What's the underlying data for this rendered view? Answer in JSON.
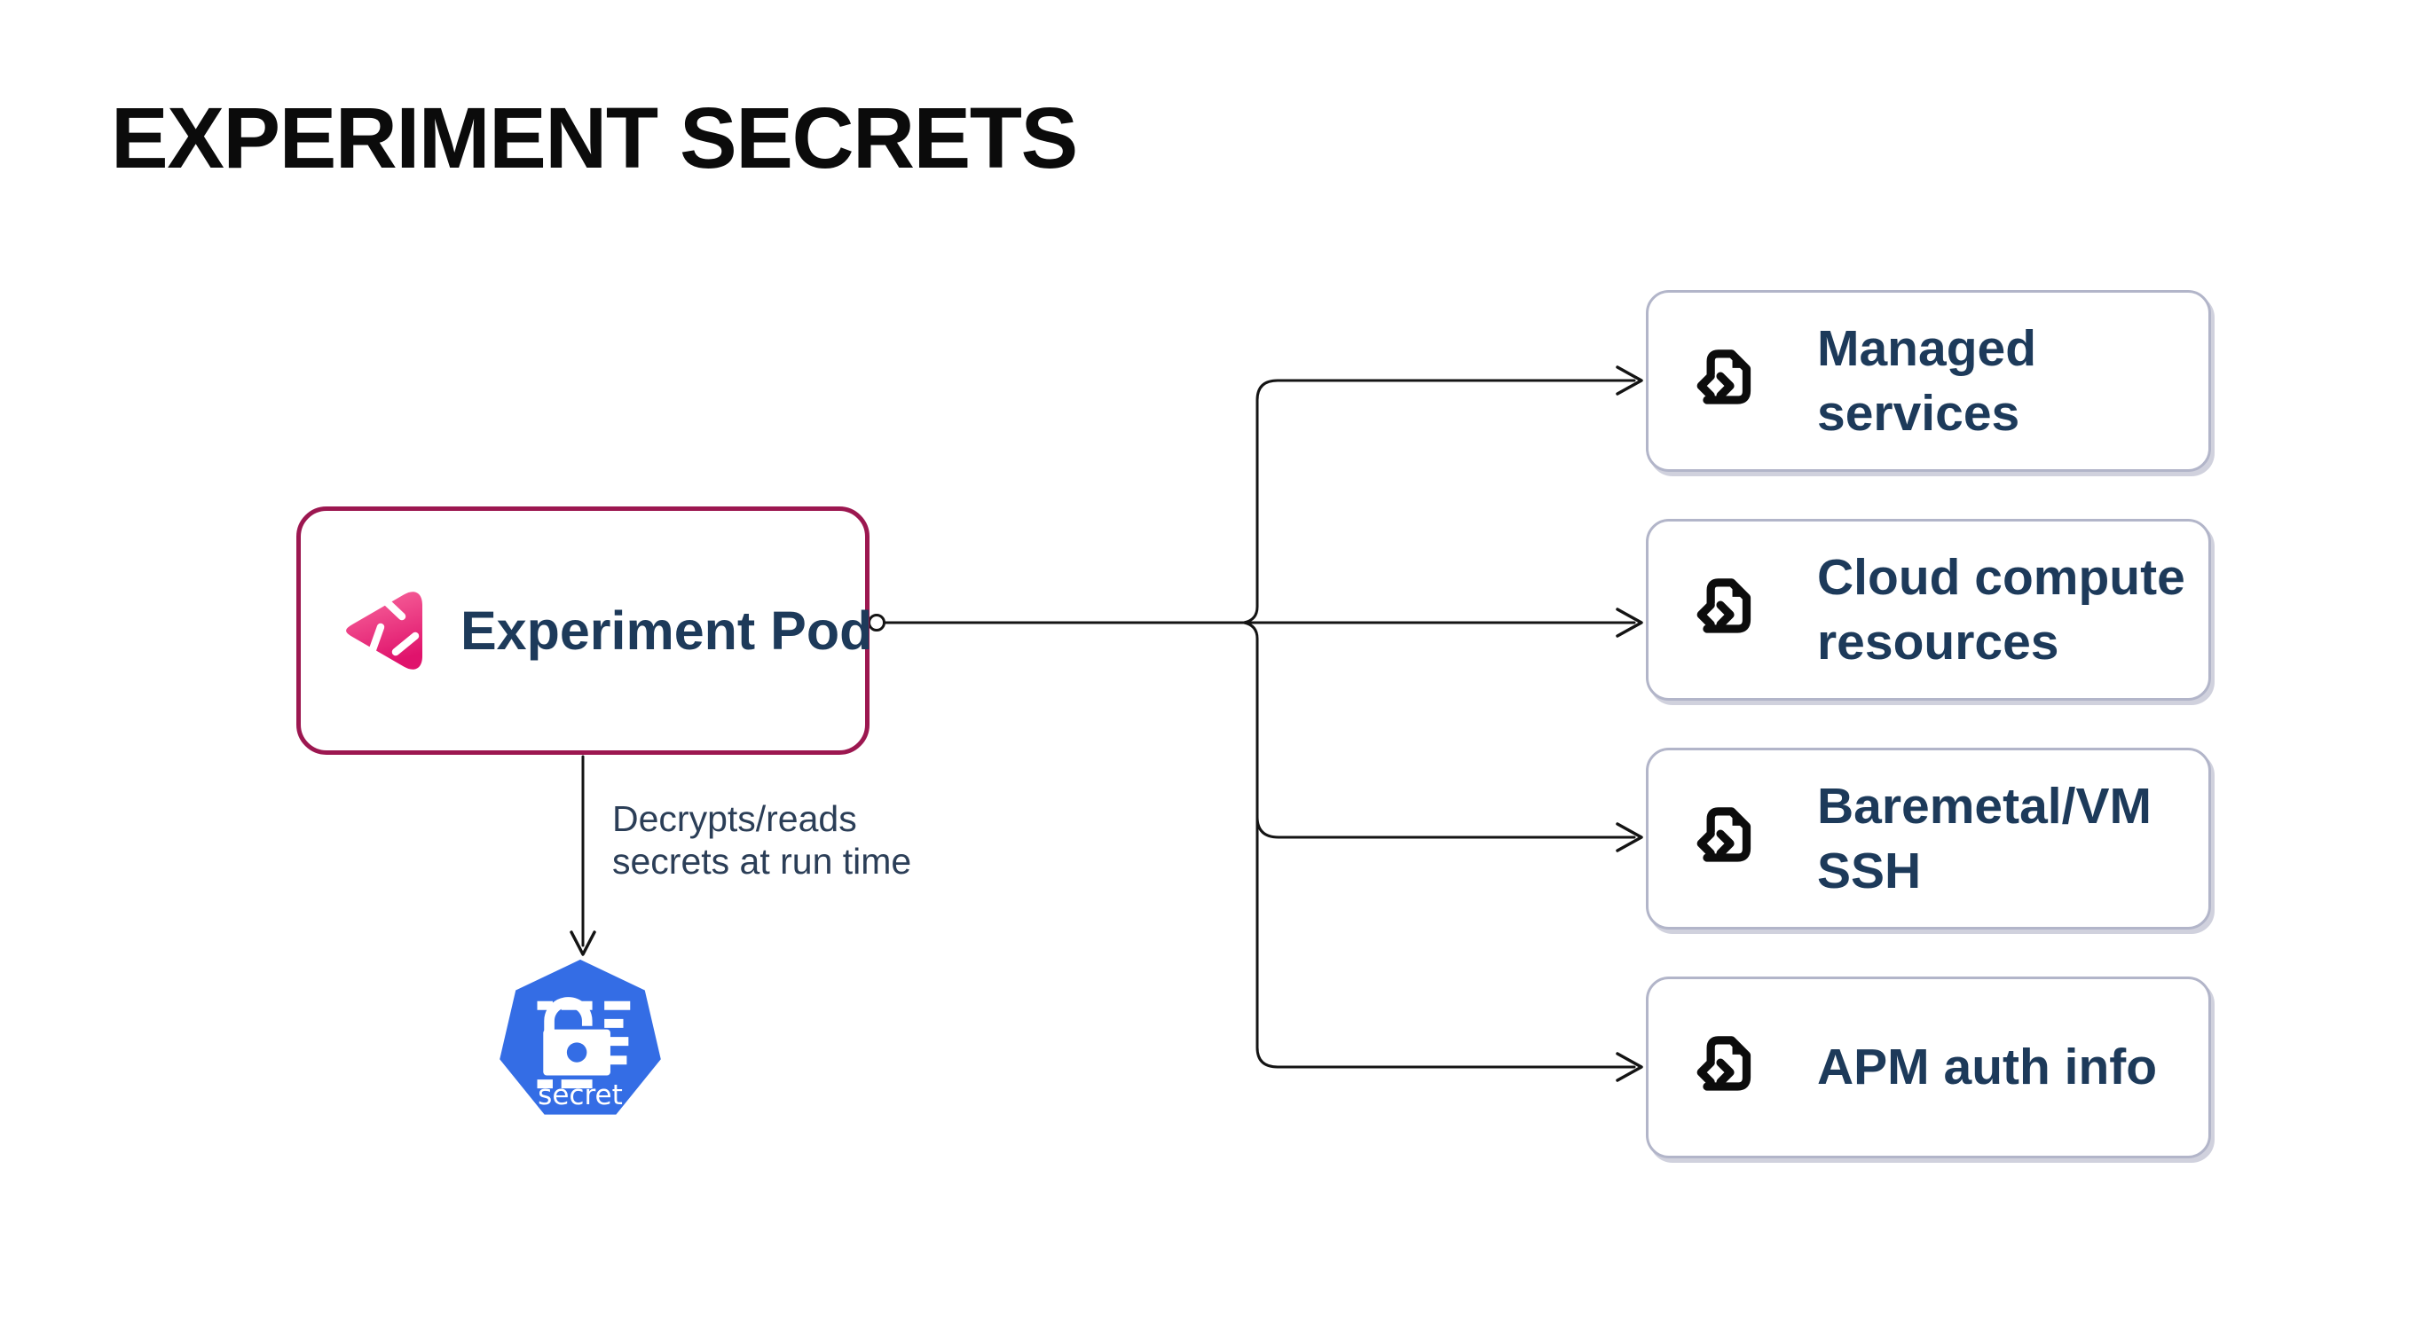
{
  "title": "EXPERIMENT SECRETS",
  "pod": {
    "label": "Experiment Pod"
  },
  "edge_label": "Decrypts/reads\nsecrets at run time",
  "secret_node": {
    "label": "secret"
  },
  "targets": [
    {
      "label": "Managed\nservices"
    },
    {
      "label": "Cloud compute\nresources"
    },
    {
      "label": "Baremetal/VM\nSSH"
    },
    {
      "label": "APM auth info"
    }
  ],
  "icons": {
    "pod": "litmuschaos-logo-icon",
    "secret": "kubernetes-secret-icon",
    "targets": "file-code-icon"
  },
  "colors": {
    "background": "#ffffff",
    "title_text": "#0b0b0b",
    "pod_border": "#9c1750",
    "pod_logo_pink_start": "#f96b9f",
    "pod_logo_pink_end": "#e0136c",
    "navy_text": "#1d3a5a",
    "edge_label_text": "#2b3e57",
    "kubernetes_blue": "#346de5",
    "target_border": "#b2b5c9",
    "line_black": "#141414"
  }
}
